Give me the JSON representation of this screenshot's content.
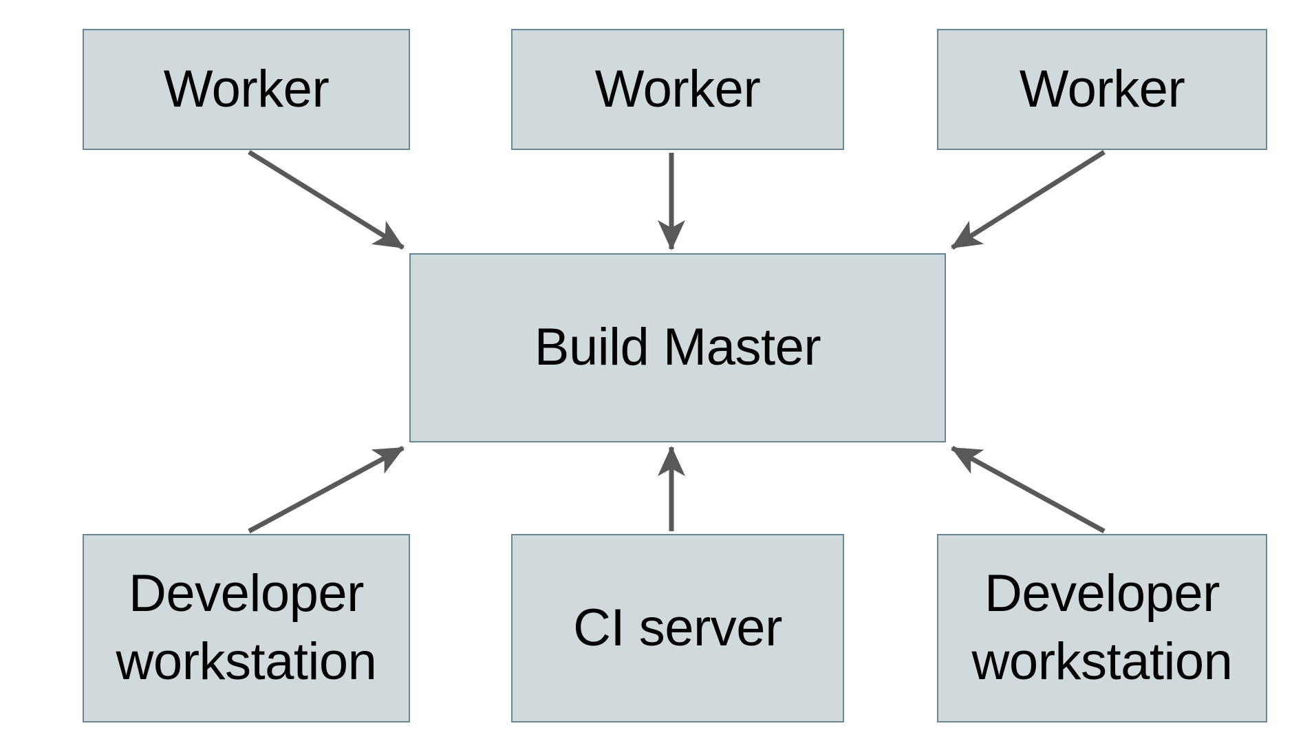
{
  "diagram": {
    "type": "architecture-diagram",
    "nodes": {
      "worker_1": {
        "label": "Worker"
      },
      "worker_2": {
        "label": "Worker"
      },
      "worker_3": {
        "label": "Worker"
      },
      "build_master": {
        "label": "Build Master"
      },
      "dev_workstation_left": {
        "label": "Developer workstation"
      },
      "ci_server": {
        "label": "CI server"
      },
      "dev_workstation_right": {
        "label": "Developer workstation"
      }
    },
    "edges": [
      {
        "from": "worker_1",
        "to": "build_master"
      },
      {
        "from": "worker_2",
        "to": "build_master"
      },
      {
        "from": "worker_3",
        "to": "build_master"
      },
      {
        "from": "dev_workstation_left",
        "to": "build_master"
      },
      {
        "from": "ci_server",
        "to": "build_master"
      },
      {
        "from": "dev_workstation_right",
        "to": "build_master"
      }
    ],
    "colors": {
      "background": "#ffffff",
      "node_fill": "#d0d9db",
      "node_border": "#698694",
      "arrow": "#595959",
      "text": "#000000"
    }
  }
}
